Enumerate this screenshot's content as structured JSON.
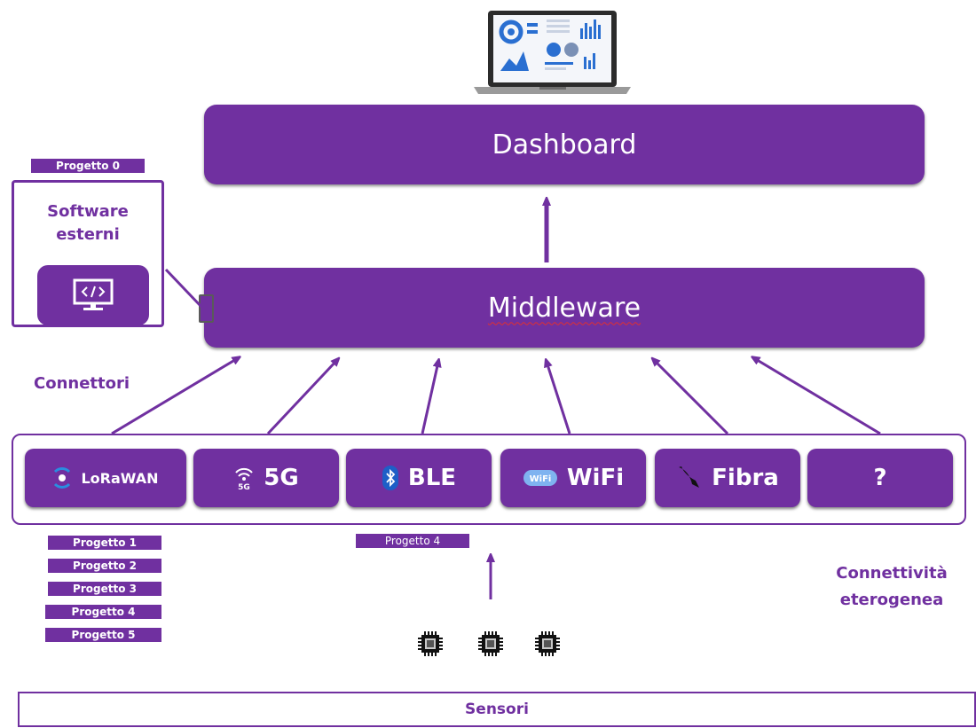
{
  "dashboard": {
    "label": "Dashboard"
  },
  "middleware": {
    "label": "Middleware"
  },
  "software_esterni": {
    "tag": "Progetto 0",
    "title_line1": "Software",
    "title_line2": "esterni"
  },
  "connettori_heading": "Connettori",
  "connectors": [
    {
      "label": "LoRaWAN",
      "icon": "lorawan-icon"
    },
    {
      "label": "5G",
      "icon": "5g-signal-icon"
    },
    {
      "label": "BLE",
      "icon": "bluetooth-icon"
    },
    {
      "label": "WiFi",
      "icon": "wifi-badge-icon"
    },
    {
      "label": "Fibra",
      "icon": "fiber-cable-icon"
    },
    {
      "label": "?",
      "icon": ""
    }
  ],
  "projects_left": [
    "Progetto 1",
    "Progetto 2",
    "Progetto 3",
    "Progetto 4",
    "Progetto 5"
  ],
  "project_center": "Progetto 4",
  "connettivita": {
    "line1": "Connettività",
    "line2": "eterogenea"
  },
  "sensori": {
    "label": "Sensori"
  },
  "colors": {
    "primary": "#7030a0",
    "white": "#ffffff"
  }
}
